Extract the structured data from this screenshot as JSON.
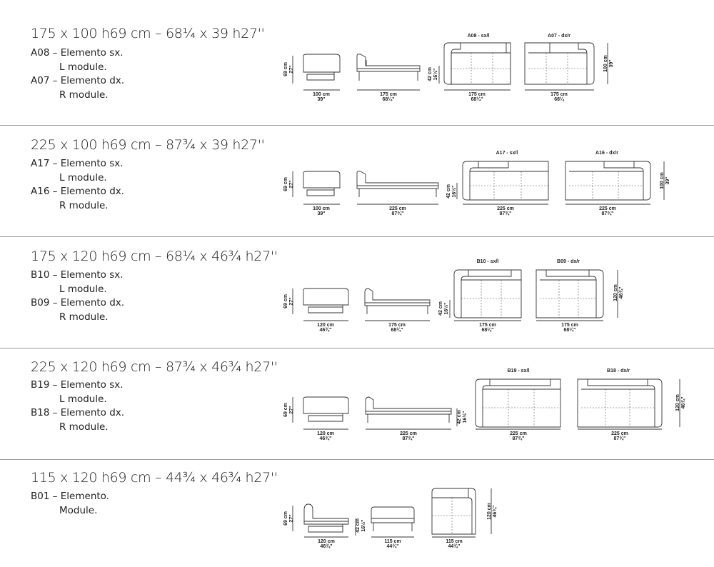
{
  "sections": [
    {
      "title": "175 x 100 h69 cm – 68¼ x 39 h27''",
      "modules": [
        {
          "code_line": "A08 – Elemento sx.",
          "en": "L module."
        },
        {
          "code_line": "A07 – Elemento dx.",
          "en": "R module."
        }
      ],
      "dims": {
        "height_cm": "69 cm",
        "height_in": "27\"",
        "seat_cm": "42 cm",
        "seat_in": "16½\"",
        "depth_cm": "100 cm",
        "depth_in": "39\"",
        "w1_cm": "100 cm",
        "w1_in": "39\"",
        "w2_cm": "175 cm",
        "w2_in": "68¼\"",
        "w3_cm": "175 cm",
        "w3_in": "68¼\"",
        "w4_cm": "175 cm",
        "w4_in": "68¼"
      },
      "labels": [
        "A08 - sx/l",
        "A07 - dx/r"
      ]
    },
    {
      "title": "225 x 100 h69 cm – 87¾ x 39 h27''",
      "modules": [
        {
          "code_line": "A17 – Elemento sx.",
          "en": "L module."
        },
        {
          "code_line": "A16 – Elemento dx.",
          "en": "R module."
        }
      ],
      "dims": {
        "height_cm": "69 cm",
        "height_in": "27\"",
        "seat_cm": "42 cm",
        "seat_in": "16½\"",
        "depth_cm": "100 cm",
        "depth_in": "39\"",
        "w1_cm": "100 cm",
        "w1_in": "39\"",
        "w2_cm": "225 cm",
        "w2_in": "87¾\"",
        "w3_cm": "225 cm",
        "w3_in": "87¾\"",
        "w4_cm": "225 cm",
        "w4_in": "87¾\""
      },
      "labels": [
        "A17 - sx/l",
        "A16 - dx/r"
      ]
    },
    {
      "title": "175 x 120 h69 cm – 68¼ x 46¾ h27''",
      "modules": [
        {
          "code_line": "B10 – Elemento sx.",
          "en": "L module."
        },
        {
          "code_line": "B09 – Elemento dx.",
          "en": "R module."
        }
      ],
      "dims": {
        "height_cm": "69 cm",
        "height_in": "27\"",
        "seat_cm": "42 cm",
        "seat_in": "16½\"",
        "depth_cm": "120 cm",
        "depth_in": "46¾\"",
        "w1_cm": "120 cm",
        "w1_in": "46¾\"",
        "w2_cm": "175 cm",
        "w2_in": "68¼\"",
        "w3_cm": "175 cm",
        "w3_in": "68¼\"",
        "w4_cm": "175 cm",
        "w4_in": "68¼\""
      },
      "labels": [
        "B10 - sx/l",
        "B09 - dx/r"
      ]
    },
    {
      "title": "225 x 120 h69 cm – 87¾ x 46¾ h27''",
      "modules": [
        {
          "code_line": "B19 – Elemento sx.",
          "en": "L module."
        },
        {
          "code_line": "B18 – Elemento dx.",
          "en": "R module."
        }
      ],
      "dims": {
        "height_cm": "69 cm",
        "height_in": "27\"",
        "seat_cm": "42 cm",
        "seat_in": "16½\"",
        "depth_cm": "120 cm",
        "depth_in": "46¾\"",
        "w1_cm": "120 cm",
        "w1_in": "46¾\"",
        "w2_cm": "225 cm",
        "w2_in": "87¾\"",
        "w3_cm": "225 cm",
        "w3_in": "87¾\"",
        "w4_cm": "225 cm",
        "w4_in": "87¾\""
      },
      "labels": [
        "B19 - sx/l",
        "B18 - dx/r"
      ]
    },
    {
      "title": "115 x 120 h69 cm – 44¾ x 46¾ h27''",
      "modules": [
        {
          "code_line": "B01 – Elemento.",
          "en": "Module."
        }
      ],
      "dims": {
        "height_cm": "69 cm",
        "height_in": "27\"",
        "seat_cm": "42 cm",
        "seat_in": "16½\"",
        "depth_cm": "120 cm",
        "depth_in": "46¾\"",
        "w1_cm": "120 cm",
        "w1_in": "46¾\"",
        "w2_cm": "115 cm",
        "w2_in": "44¾\"",
        "w3_cm": "115 cm",
        "w3_in": "44¾\""
      }
    }
  ]
}
